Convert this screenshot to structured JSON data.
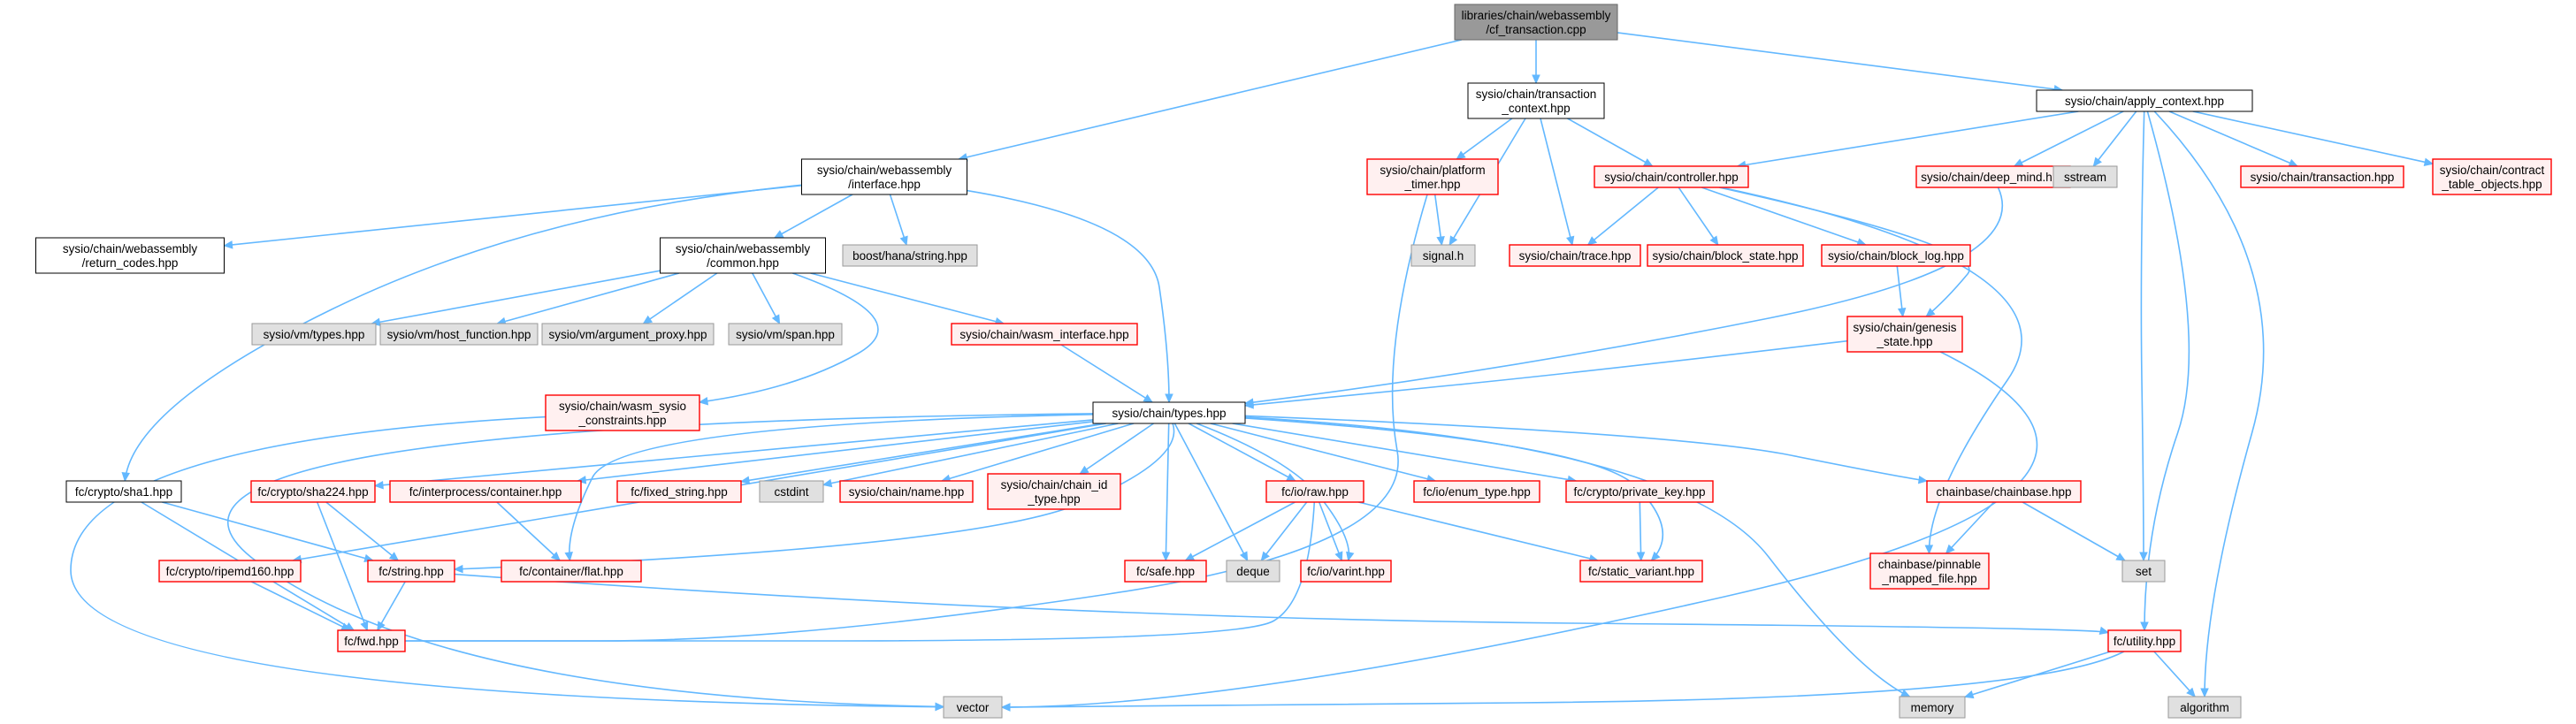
{
  "nodes": [
    {
      "id": "root",
      "style": "root",
      "lines": [
        "libraries/chain/webassembly",
        "/cf_transaction.cpp"
      ]
    },
    {
      "id": "iface",
      "style": "white",
      "lines": [
        "sysio/chain/webassembly",
        "/interface.hpp"
      ]
    },
    {
      "id": "txctx",
      "style": "white",
      "lines": [
        "sysio/chain/transaction",
        "_context.hpp"
      ]
    },
    {
      "id": "applyctx",
      "style": "white",
      "lines": [
        "sysio/chain/apply_context.hpp"
      ]
    },
    {
      "id": "platform",
      "style": "red",
      "lines": [
        "sysio/chain/platform",
        "_timer.hpp"
      ]
    },
    {
      "id": "controller",
      "style": "red",
      "lines": [
        "sysio/chain/controller.hpp"
      ]
    },
    {
      "id": "deepmind",
      "style": "red",
      "lines": [
        "sysio/chain/deep_mind.hpp"
      ]
    },
    {
      "id": "sstream",
      "style": "gray",
      "lines": [
        "sstream"
      ]
    },
    {
      "id": "transaction",
      "style": "red",
      "lines": [
        "sysio/chain/transaction.hpp"
      ]
    },
    {
      "id": "contracttbl",
      "style": "red",
      "lines": [
        "sysio/chain/contract",
        "_table_objects.hpp"
      ]
    },
    {
      "id": "retcodes",
      "style": "white",
      "lines": [
        "sysio/chain/webassembly",
        "/return_codes.hpp"
      ]
    },
    {
      "id": "common",
      "style": "white",
      "lines": [
        "sysio/chain/webassembly",
        "/common.hpp"
      ]
    },
    {
      "id": "hana",
      "style": "gray",
      "lines": [
        "boost/hana/string.hpp"
      ]
    },
    {
      "id": "signal",
      "style": "gray",
      "lines": [
        "signal.h"
      ]
    },
    {
      "id": "trace",
      "style": "red",
      "lines": [
        "sysio/chain/trace.hpp"
      ]
    },
    {
      "id": "blockstate",
      "style": "red",
      "lines": [
        "sysio/chain/block_state.hpp"
      ]
    },
    {
      "id": "blocklog",
      "style": "red",
      "lines": [
        "sysio/chain/block_log.hpp"
      ]
    },
    {
      "id": "vmtypes",
      "style": "gray",
      "lines": [
        "sysio/vm/types.hpp"
      ]
    },
    {
      "id": "hostfn",
      "style": "gray",
      "lines": [
        "sysio/vm/host_function.hpp"
      ]
    },
    {
      "id": "argproxy",
      "style": "gray",
      "lines": [
        "sysio/vm/argument_proxy.hpp"
      ]
    },
    {
      "id": "span",
      "style": "gray",
      "lines": [
        "sysio/vm/span.hpp"
      ]
    },
    {
      "id": "wasmiface",
      "style": "red",
      "lines": [
        "sysio/chain/wasm_interface.hpp"
      ]
    },
    {
      "id": "genesis",
      "style": "red",
      "lines": [
        "sysio/chain/genesis",
        "_state.hpp"
      ]
    },
    {
      "id": "wasmsysio",
      "style": "red",
      "lines": [
        "sysio/chain/wasm_sysio",
        "_constraints.hpp"
      ]
    },
    {
      "id": "types",
      "style": "white",
      "lines": [
        "sysio/chain/types.hpp"
      ]
    },
    {
      "id": "sha1",
      "style": "white",
      "lines": [
        "fc/crypto/sha1.hpp"
      ]
    },
    {
      "id": "sha224",
      "style": "red",
      "lines": [
        "fc/crypto/sha224.hpp"
      ]
    },
    {
      "id": "container",
      "style": "red",
      "lines": [
        "fc/interprocess/container.hpp"
      ]
    },
    {
      "id": "fixedstr",
      "style": "red",
      "lines": [
        "fc/fixed_string.hpp"
      ]
    },
    {
      "id": "cstdint",
      "style": "gray",
      "lines": [
        "cstdint"
      ]
    },
    {
      "id": "name",
      "style": "red",
      "lines": [
        "sysio/chain/name.hpp"
      ]
    },
    {
      "id": "chainid",
      "style": "red",
      "lines": [
        "sysio/chain/chain_id",
        "_type.hpp"
      ]
    },
    {
      "id": "raw",
      "style": "red",
      "lines": [
        "fc/io/raw.hpp"
      ]
    },
    {
      "id": "enumtype",
      "style": "red",
      "lines": [
        "fc/io/enum_type.hpp"
      ]
    },
    {
      "id": "privkey",
      "style": "red",
      "lines": [
        "fc/crypto/private_key.hpp"
      ]
    },
    {
      "id": "chainbase",
      "style": "red",
      "lines": [
        "chainbase/chainbase.hpp"
      ]
    },
    {
      "id": "ripemd",
      "style": "red",
      "lines": [
        "fc/crypto/ripemd160.hpp"
      ]
    },
    {
      "id": "string",
      "style": "red",
      "lines": [
        "fc/string.hpp"
      ]
    },
    {
      "id": "flat",
      "style": "red",
      "lines": [
        "fc/container/flat.hpp"
      ]
    },
    {
      "id": "safe",
      "style": "red",
      "lines": [
        "fc/safe.hpp"
      ]
    },
    {
      "id": "deque",
      "style": "gray",
      "lines": [
        "deque"
      ]
    },
    {
      "id": "variant",
      "style": "red",
      "lines": [
        "fc/io/varint.hpp"
      ]
    },
    {
      "id": "staticvar",
      "style": "red",
      "lines": [
        "fc/static_variant.hpp"
      ]
    },
    {
      "id": "pinnable",
      "style": "red",
      "lines": [
        "chainbase/pinnable",
        "_mapped_file.hpp"
      ]
    },
    {
      "id": "set",
      "style": "gray",
      "lines": [
        "set"
      ]
    },
    {
      "id": "fwd",
      "style": "red",
      "lines": [
        "fc/fwd.hpp"
      ]
    },
    {
      "id": "utility",
      "style": "red",
      "lines": [
        "fc/utility.hpp"
      ]
    },
    {
      "id": "vector",
      "style": "gray",
      "lines": [
        "vector"
      ]
    },
    {
      "id": "memory",
      "style": "gray",
      "lines": [
        "memory"
      ]
    },
    {
      "id": "algorithm",
      "style": "gray",
      "lines": [
        "algorithm"
      ]
    }
  ],
  "edges": [
    [
      "root",
      "iface"
    ],
    [
      "root",
      "txctx"
    ],
    [
      "root",
      "applyctx"
    ],
    [
      "iface",
      "retcodes"
    ],
    [
      "iface",
      "common"
    ],
    [
      "iface",
      "hana"
    ],
    [
      "iface",
      "types"
    ],
    [
      "iface",
      "sha1"
    ],
    [
      "txctx",
      "platform"
    ],
    [
      "txctx",
      "signal"
    ],
    [
      "txctx",
      "trace"
    ],
    [
      "txctx",
      "controller"
    ],
    [
      "applyctx",
      "controller"
    ],
    [
      "applyctx",
      "deepmind"
    ],
    [
      "applyctx",
      "sstream"
    ],
    [
      "applyctx",
      "transaction"
    ],
    [
      "applyctx",
      "contracttbl"
    ],
    [
      "applyctx",
      "set"
    ],
    [
      "applyctx",
      "utility"
    ],
    [
      "applyctx",
      "algorithm"
    ],
    [
      "platform",
      "signal"
    ],
    [
      "platform",
      "fwd"
    ],
    [
      "controller",
      "trace"
    ],
    [
      "controller",
      "blockstate"
    ],
    [
      "controller",
      "blocklog"
    ],
    [
      "controller",
      "genesis"
    ],
    [
      "controller",
      "pinnable"
    ],
    [
      "deepmind",
      "types"
    ],
    [
      "common",
      "vmtypes"
    ],
    [
      "common",
      "hostfn"
    ],
    [
      "common",
      "argproxy"
    ],
    [
      "common",
      "span"
    ],
    [
      "common",
      "wasmiface"
    ],
    [
      "common",
      "wasmsysio"
    ],
    [
      "wasmiface",
      "types"
    ],
    [
      "blocklog",
      "genesis"
    ],
    [
      "genesis",
      "types"
    ],
    [
      "genesis",
      "vector"
    ],
    [
      "wasmsysio",
      "vector"
    ],
    [
      "types",
      "sha224"
    ],
    [
      "types",
      "container"
    ],
    [
      "types",
      "fixedstr"
    ],
    [
      "types",
      "cstdint"
    ],
    [
      "types",
      "name"
    ],
    [
      "types",
      "chainid"
    ],
    [
      "types",
      "raw"
    ],
    [
      "types",
      "enumtype"
    ],
    [
      "types",
      "privkey"
    ],
    [
      "types",
      "chainbase"
    ],
    [
      "types",
      "ripemd"
    ],
    [
      "types",
      "string"
    ],
    [
      "types",
      "flat"
    ],
    [
      "types",
      "safe"
    ],
    [
      "types",
      "deque"
    ],
    [
      "types",
      "variant"
    ],
    [
      "types",
      "staticvar"
    ],
    [
      "types",
      "vector"
    ],
    [
      "types",
      "memory"
    ],
    [
      "sha1",
      "string"
    ],
    [
      "sha1",
      "fwd"
    ],
    [
      "sha224",
      "string"
    ],
    [
      "sha224",
      "fwd"
    ],
    [
      "container",
      "flat"
    ],
    [
      "raw",
      "safe"
    ],
    [
      "raw",
      "deque"
    ],
    [
      "raw",
      "variant"
    ],
    [
      "raw",
      "staticvar"
    ],
    [
      "raw",
      "fwd"
    ],
    [
      "privkey",
      "staticvar"
    ],
    [
      "chainbase",
      "pinnable"
    ],
    [
      "chainbase",
      "set"
    ],
    [
      "ripemd",
      "fwd"
    ],
    [
      "string",
      "fwd"
    ],
    [
      "string",
      "utility"
    ],
    [
      "utility",
      "vector"
    ],
    [
      "utility",
      "memory"
    ],
    [
      "utility",
      "algorithm"
    ]
  ]
}
